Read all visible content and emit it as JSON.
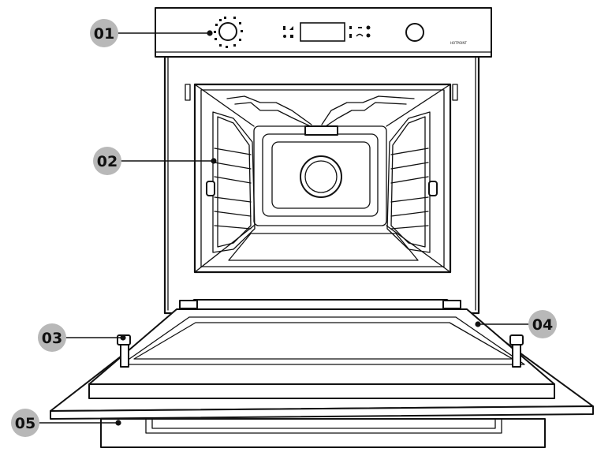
{
  "callouts": [
    {
      "id": "01"
    },
    {
      "id": "02"
    },
    {
      "id": "03"
    },
    {
      "id": "04"
    },
    {
      "id": "05"
    }
  ],
  "control_panel": {
    "display_text": "",
    "brand_text": "HOTPOINT"
  },
  "colors": {
    "badge_fill": "#b8b8b8",
    "line": "#111111",
    "background": "#ffffff"
  }
}
